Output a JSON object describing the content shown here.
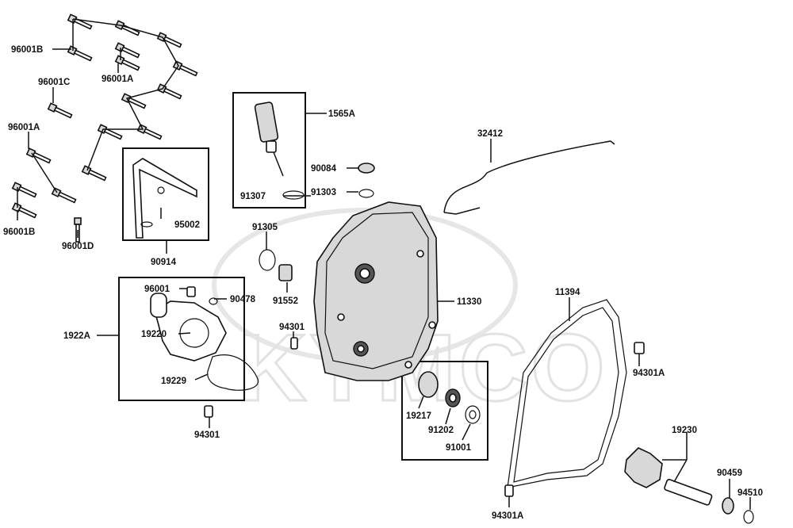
{
  "watermark": {
    "brand": "KYMCO"
  },
  "labels": {
    "p96001B_top": "96001B",
    "p96001A_top": "96001A",
    "p96001C": "96001C",
    "p96001A_left": "96001A",
    "p96001B_bottom": "96001B",
    "p96001D": "96001D",
    "p95002": "95002",
    "p90914": "90914",
    "p1565A": "1565A",
    "p91307": "91307",
    "p90084": "90084",
    "p91303": "91303",
    "p32412": "32412",
    "p91305": "91305",
    "p91552": "91552",
    "p11330": "11330",
    "p94301_mid": "94301",
    "p96001": "96001",
    "p90478": "90478",
    "p1922A": "1922A",
    "p19220": "19220",
    "p19229": "19229",
    "p94301_bottom": "94301",
    "p11394": "11394",
    "p94301A_right": "94301A",
    "p19217": "19217",
    "p91202": "91202",
    "p91001": "91001",
    "p19230": "19230",
    "p90459": "90459",
    "p94510": "94510",
    "p94301A_bottom": "94301A"
  }
}
